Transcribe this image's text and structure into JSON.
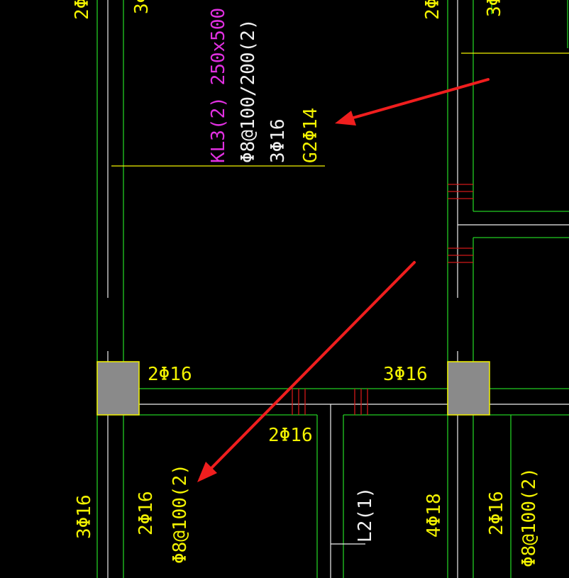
{
  "colors": {
    "background": "#000000",
    "beam_line": "#22cc22",
    "column_fill": "#8a8a8a",
    "column_edge": "#f2f200",
    "text_yellow": "#f2f200",
    "text_magenta": "#e030e0",
    "text_white": "#f0f0f0",
    "stirrup_mark": "#d01818",
    "arrow": "#f01e1e"
  },
  "annotations": {
    "top_left_cut": "2Φ",
    "top_left_cut2": "3Φ",
    "top_mid_cut": "2Φ",
    "top_right_cut": "3Φ",
    "kl3_name": "KL3(2) 250x500",
    "kl3_stirrup": "Φ8@100/200(2)",
    "kl3_top_bars": "3Φ16",
    "kl3_side_bars": "G2Φ14",
    "support_left_top": "2Φ16",
    "support_right_top": "3Φ16",
    "span_bottom": "2Φ16",
    "left_col_bars": "3Φ16",
    "lower_left_top": "2Φ16",
    "lower_left_stirrup": "Φ8@100(2)",
    "l2_name": "L2(1)",
    "l2_bottom": "4Φ18",
    "lower_right_top": "2Φ16",
    "lower_right_stirrup": "Φ8@100(2)"
  }
}
